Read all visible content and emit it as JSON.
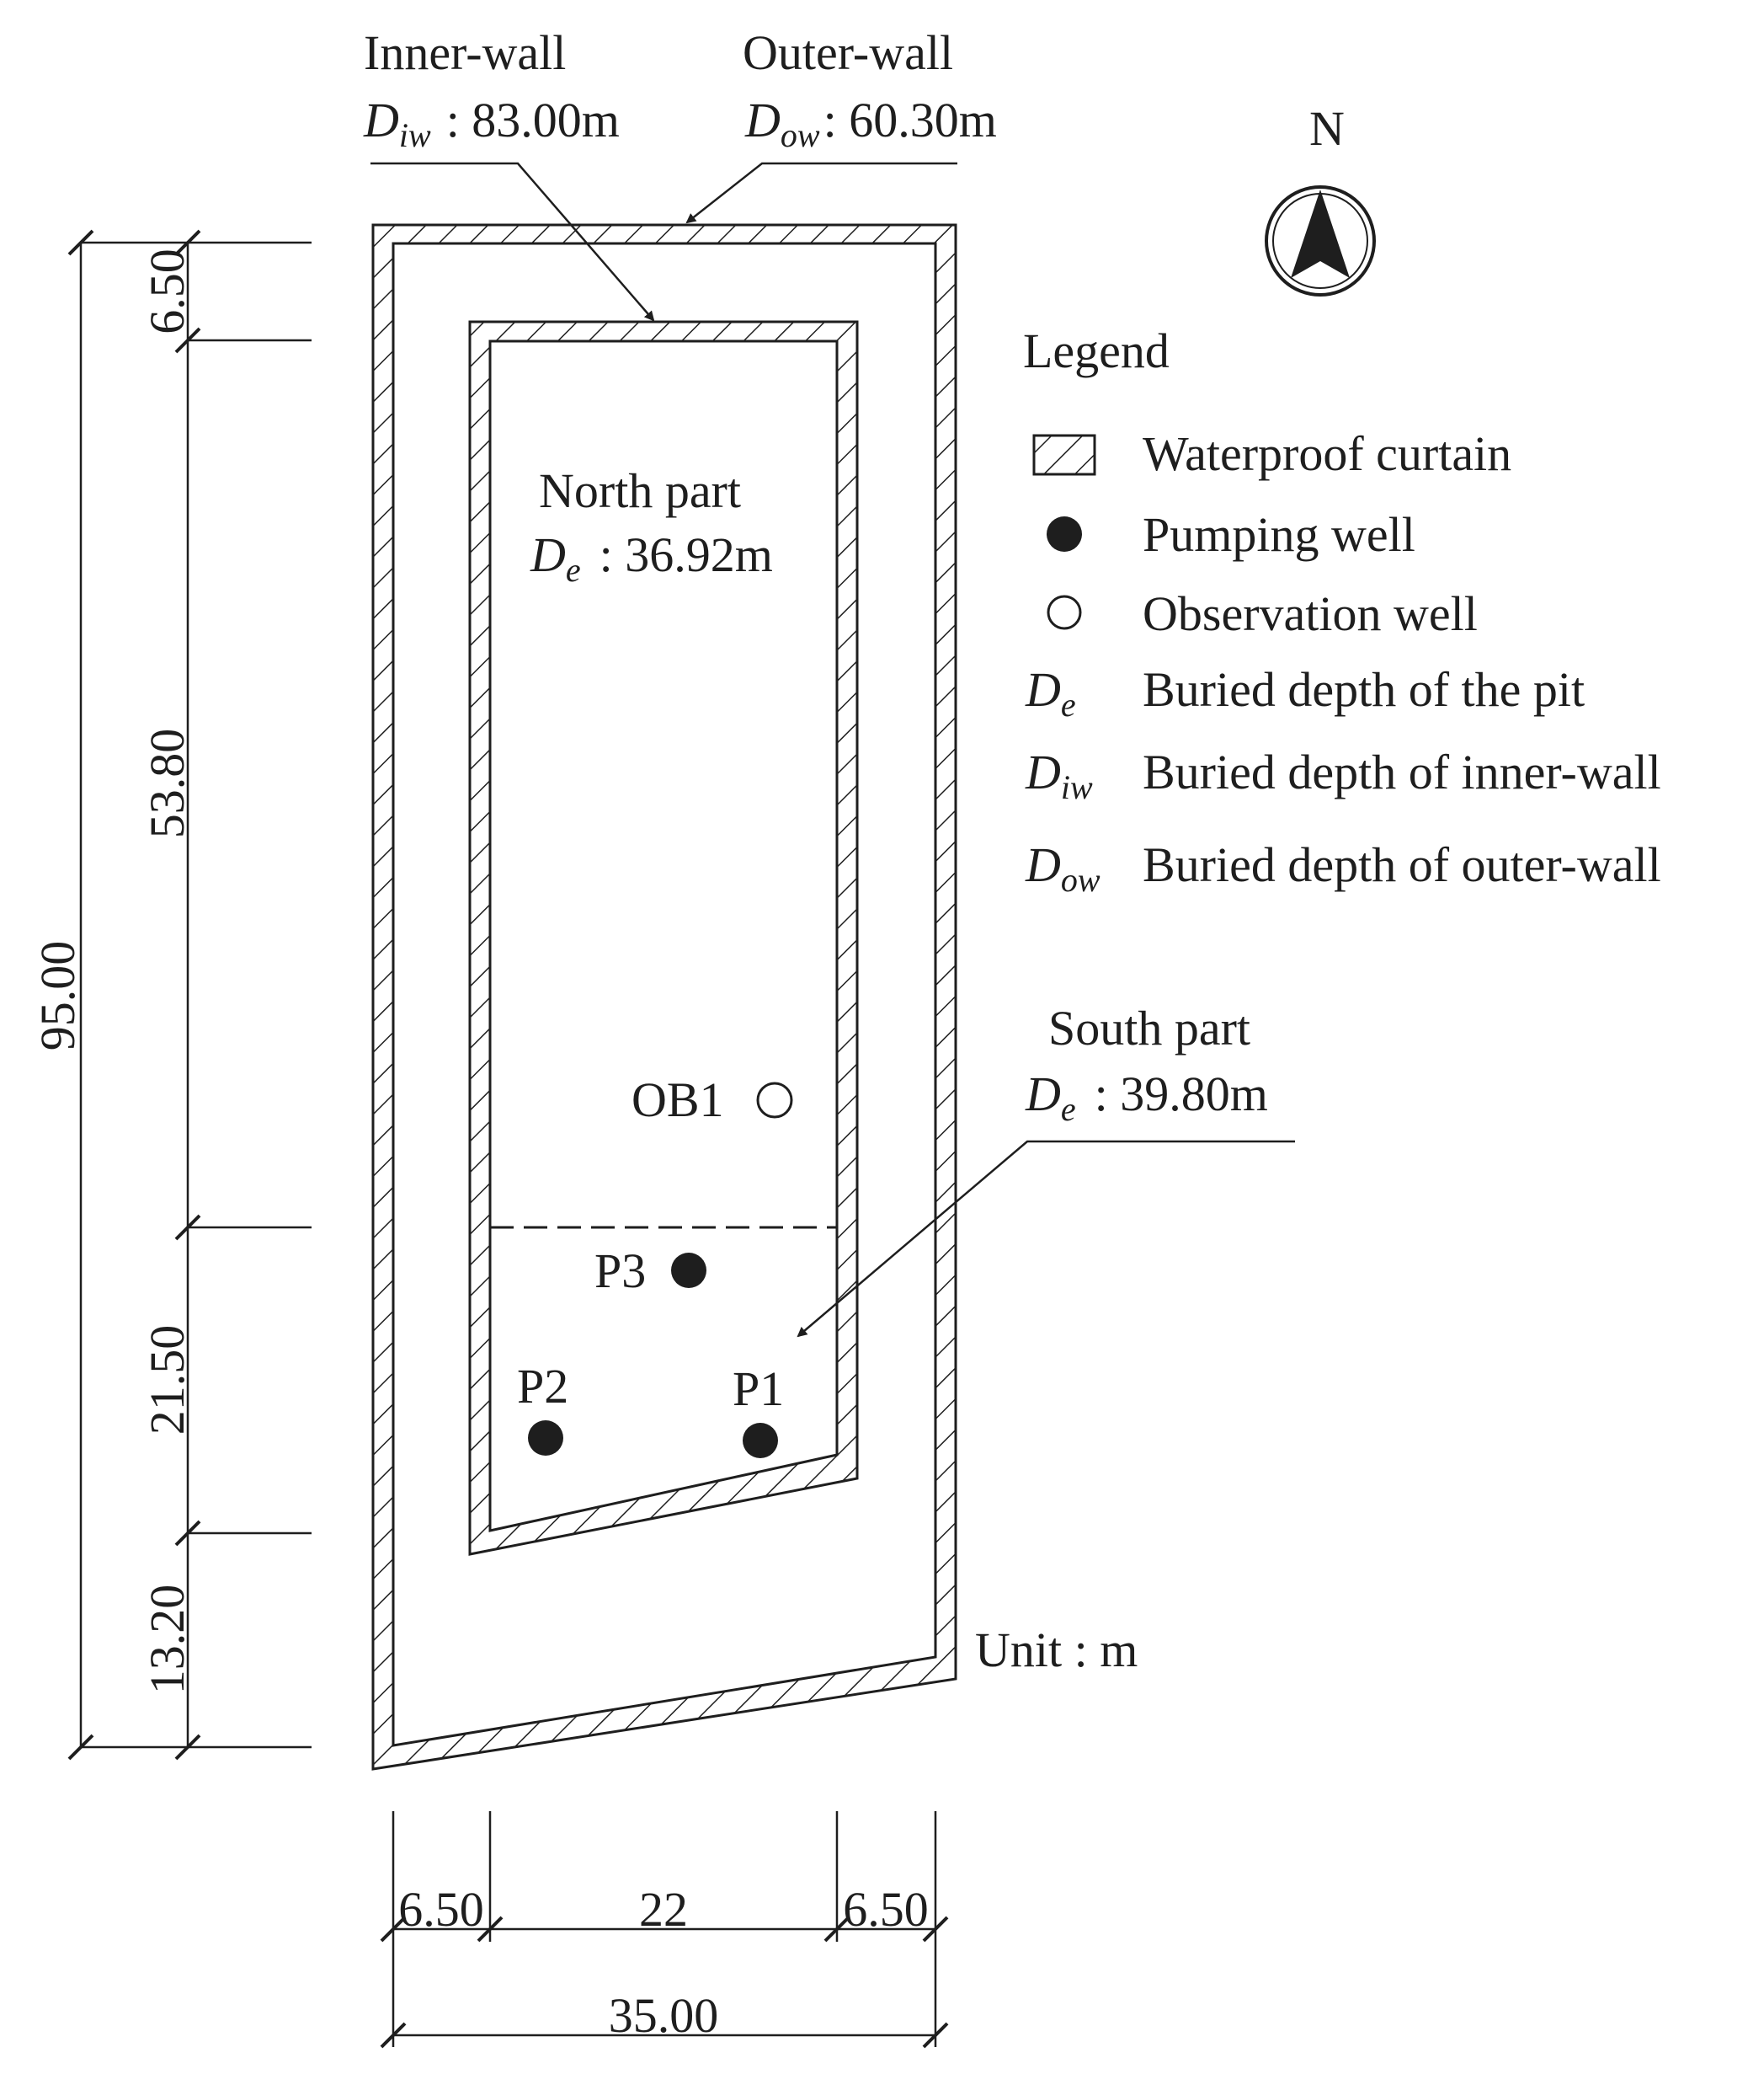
{
  "colors": {
    "ink": "#1e1e1e",
    "background": "#ffffff"
  },
  "inner_wall": {
    "title": "Inner-wall",
    "symbol": "D",
    "subscript": "iw",
    "value": ": 83.00m"
  },
  "outer_wall": {
    "title": "Outer-wall",
    "symbol": "D",
    "subscript": "ow",
    "value": ": 60.30m"
  },
  "north_arrow": {
    "label": "N",
    "icon": "north-arrow-icon"
  },
  "north_part": {
    "title": "North part",
    "symbol": "D",
    "subscript": "e",
    "value": ": 36.92m"
  },
  "south_part": {
    "title": "South part",
    "symbol": "D",
    "subscript": "e",
    "value": ": 39.80m"
  },
  "wells": {
    "observation": [
      "OB1"
    ],
    "pumping": [
      "P3",
      "P2",
      "P1"
    ]
  },
  "unit": "Unit : m",
  "legend": {
    "title": "Legend",
    "items": [
      {
        "icon": "hatched-box-icon",
        "label": "Waterproof curtain"
      },
      {
        "icon": "filled-circle-icon",
        "label": "Pumping well"
      },
      {
        "icon": "open-circle-icon",
        "label": "Observation well"
      },
      {
        "symbol": "D",
        "subscript": "e",
        "label": "Buried depth of the pit"
      },
      {
        "symbol": "D",
        "subscript": "iw",
        "label": "Buried depth of inner-wall"
      },
      {
        "symbol": "D",
        "subscript": "ow",
        "label": "Buried depth of outer-wall"
      }
    ]
  },
  "dimensions": {
    "vertical_total": "95.00",
    "vertical_segments": [
      "6.50",
      "53.80",
      "21.50",
      "13.20"
    ],
    "horizontal_segments": [
      "6.50",
      "22",
      "6.50"
    ],
    "horizontal_total": "35.00"
  }
}
